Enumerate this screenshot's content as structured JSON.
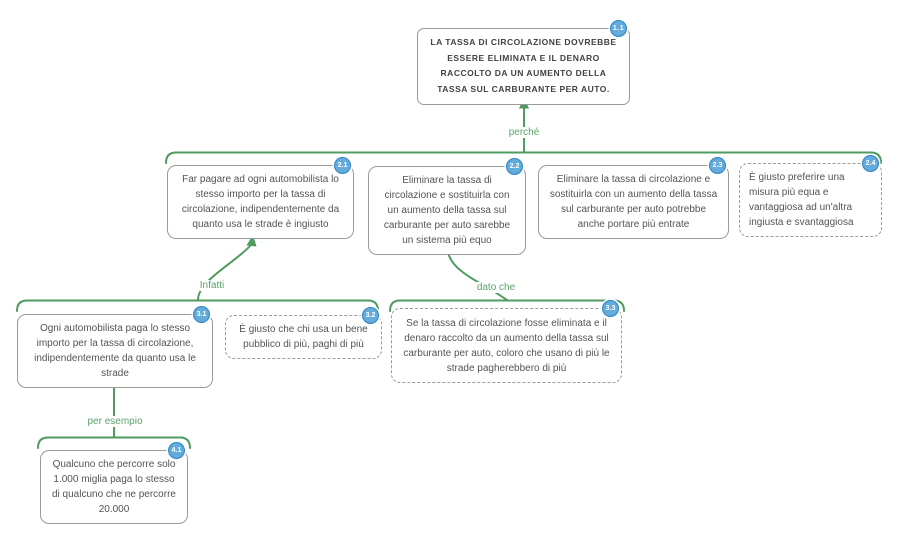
{
  "colors": {
    "edge_green": "#4f9b61",
    "edge_label_green": "#5aa36b",
    "badge_fill": "#62abdb",
    "badge_border": "#2e84c5",
    "box_border": "#9a9a9a",
    "box_text": "#515458",
    "background": "#ffffff"
  },
  "edge_labels": {
    "perche": "perché",
    "infatti": "Infatti",
    "dato_che": "dato che",
    "per_esempio": "per esempio"
  },
  "nodes": [
    {
      "id": "1.1",
      "text": "La tassa di circolazione dovrebbe essere eliminata e il denaro raccolto da un aumento della tassa sul carburante per auto."
    },
    {
      "id": "2.1",
      "text": "Far pagare ad ogni automobilista lo stesso importo per la tassa di circolazione, indipendentemente da quanto usa le strade è ingiusto"
    },
    {
      "id": "2.2",
      "text": "Eliminare la tassa di circolazione e sostituirla con un aumento della tassa sul carburante per auto sarebbe un sistema più equo"
    },
    {
      "id": "2.3",
      "text": "Eliminare la tassa di circolazione e sostituirla con un aumento della tassa sul carburante per auto potrebbe anche portare più entrate"
    },
    {
      "id": "2.4",
      "text": "È giusto preferire una misura più equa e vantaggiosa ad un'altra ingiusta e svantaggiosa"
    },
    {
      "id": "3.1",
      "text": "Ogni automobilista paga lo stesso importo per la tassa di circolazione, indipendentemente da quanto usa le strade"
    },
    {
      "id": "3.2",
      "text": "È giusto che chi usa un bene pubblico di più, paghi di più"
    },
    {
      "id": "3.3",
      "text": "Se la tassa di circolazione fosse eliminata e il denaro raccolto da un aumento della tassa sul carburante per auto, coloro che usano di più le strade pagherebbero di più"
    },
    {
      "id": "4.1",
      "text": "Qualcuno che percorre solo 1.000 miglia paga lo stesso di qualcuno che ne percorre 20.000"
    }
  ]
}
